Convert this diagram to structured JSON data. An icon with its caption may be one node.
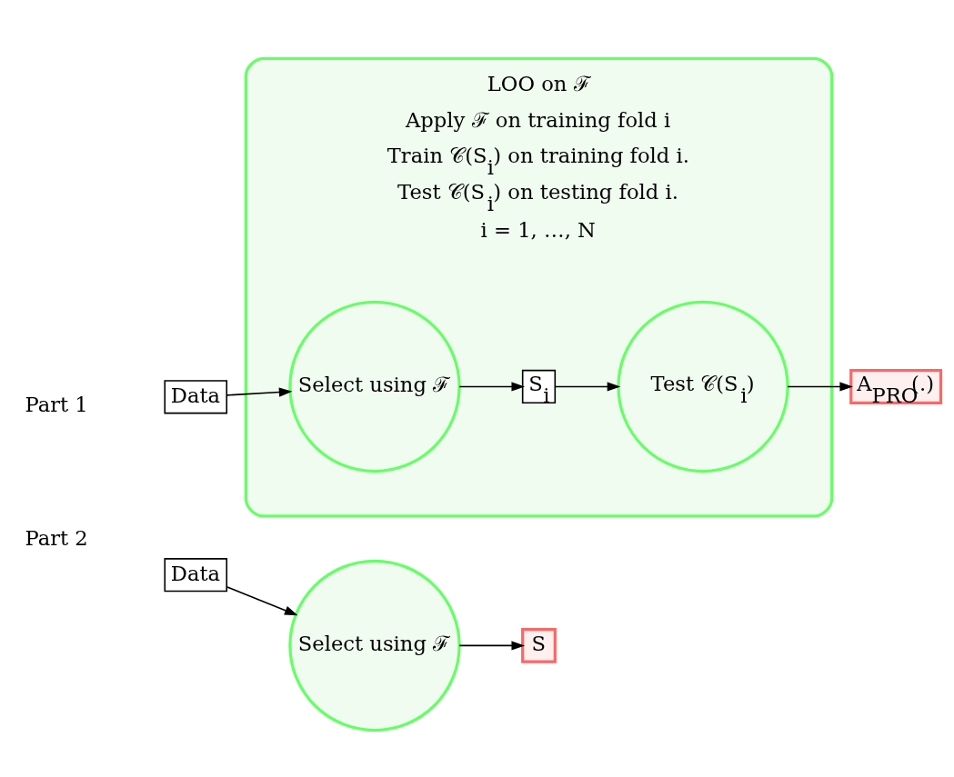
{
  "diagram": {
    "nodes": [
      {
        "text": [
          "Data"
        ]
      },
      {
        "text": [
          "LOO on ℱ",
          "Apply ℱ on training fold i",
          "Train 𝒞(S$_{i}$) on training fold i.",
          "Test 𝒞(S$_{i}$) on testing fold i.",
          "i = 1, …, N"
        ]
      },
      {
        "text": [
          "Select using ℱ"
        ],
        "in": 1
      },
      {
        "text": [
          "S$_{i}$"
        ],
        "in": 1
      },
      {
        "text": [
          "Test 𝒞(S$_{i}$)"
        ],
        "in": 1
      },
      {
        "text": [
          "A$_{PRO}$(.)"
        ]
      },
      {
        "text": [
          "Data"
        ]
      },
      {
        "text": [
          "Select using ℱ"
        ]
      },
      {
        "text": [
          "S"
        ]
      }
    ],
    "edges": [
      {
        "from": 0,
        "to": 2,
        "arrow": "to"
      },
      {
        "from": 2,
        "to": 3,
        "arrow": "to"
      },
      {
        "from": 3,
        "to": 4,
        "arrow": "to"
      },
      {
        "from": 4,
        "to": 5,
        "arrow": "to"
      },
      {
        "from": 6,
        "to": 7,
        "arrow": "to"
      },
      {
        "from": 7,
        "to": 8,
        "arrow": "to"
      }
    ],
    "labels": [
      "Part 1",
      "Part 2"
    ]
  }
}
